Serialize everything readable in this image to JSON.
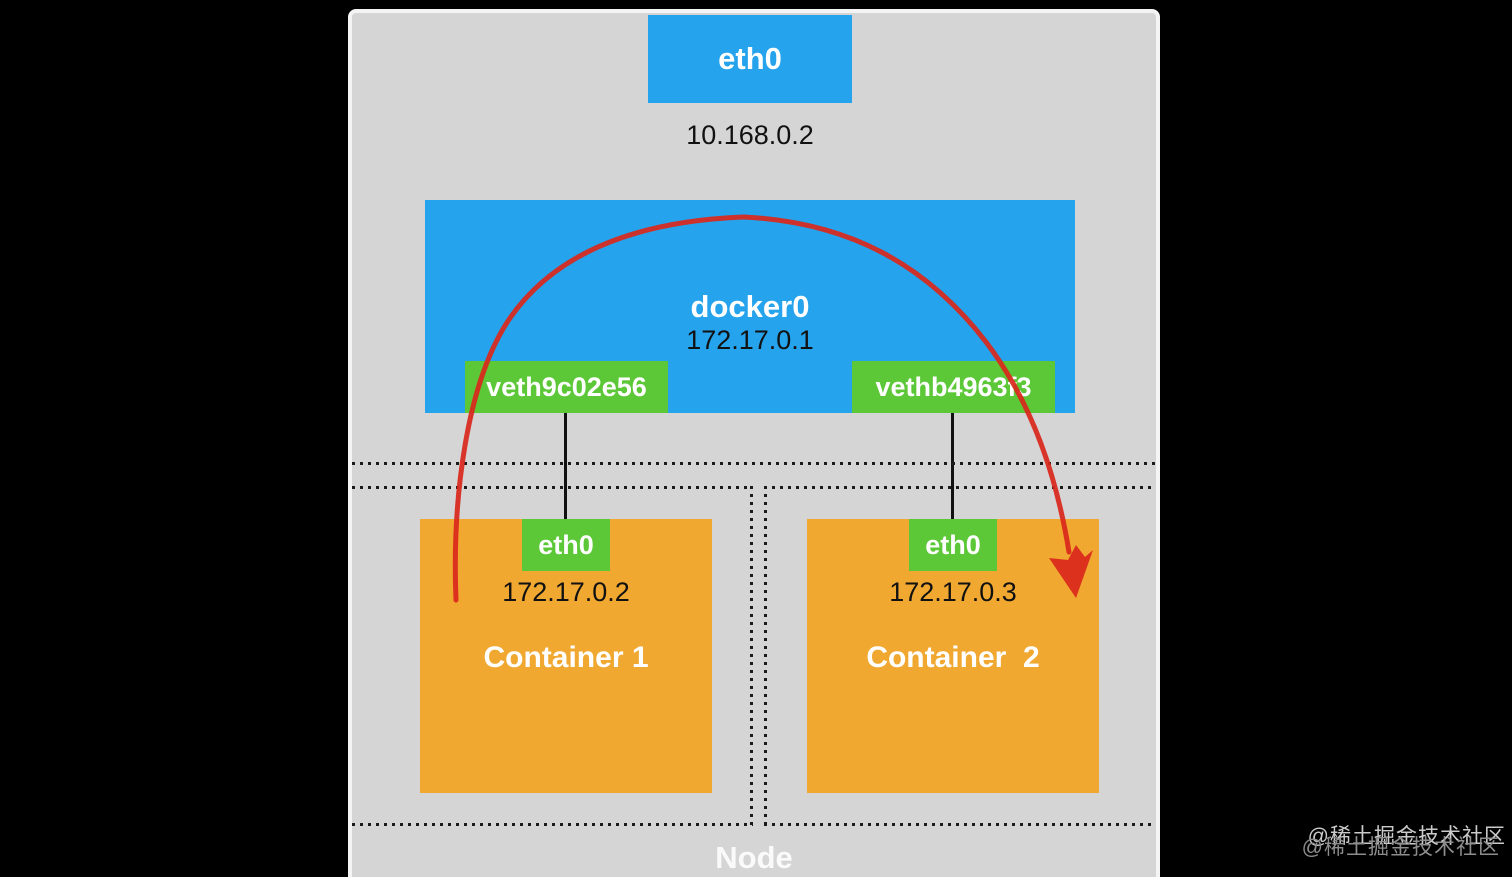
{
  "colors": {
    "panel-bg": "#D5D5D5",
    "panel-border": "#F4F4F4",
    "blue": "#25A3EC",
    "green": "#5CC838",
    "orange": "#F0A831",
    "red": "#D9281C",
    "ink": "#111111",
    "white-label": "#FFFFFF",
    "node-label": "#FAFAFA",
    "dot": "#1B1B1B",
    "watermark": "#8D8D8D"
  },
  "host": {
    "interface_label": "eth0",
    "ip": "10.168.0.2"
  },
  "bridge": {
    "name": "docker0",
    "ip": "172.17.0.1",
    "veth_left": "veth9c02e56",
    "veth_right": "vethb4963f3"
  },
  "containers": [
    {
      "interface_label": "eth0",
      "ip": "172.17.0.2",
      "title": "Container 1"
    },
    {
      "interface_label": "eth0",
      "ip": "172.17.0.3",
      "title": "Container  2"
    }
  ],
  "node_label": "Node",
  "watermark": {
    "text": "@稀土掘金技术社区"
  }
}
